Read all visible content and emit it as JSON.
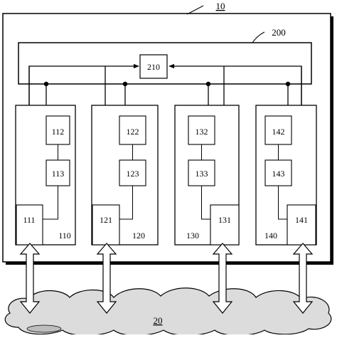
{
  "labels": {
    "system": "10",
    "bus": "200",
    "controller": "210",
    "network": "20"
  },
  "modules": [
    {
      "id": "110",
      "top": "112",
      "mid": "113",
      "port": "111"
    },
    {
      "id": "120",
      "top": "122",
      "mid": "123",
      "port": "121"
    },
    {
      "id": "130",
      "top": "132",
      "mid": "133",
      "port": "131"
    },
    {
      "id": "140",
      "top": "142",
      "mid": "143",
      "port": "141"
    }
  ],
  "colors": {
    "line": "#000000",
    "network_fill": "#dcdcdc",
    "background": "#ffffff"
  }
}
